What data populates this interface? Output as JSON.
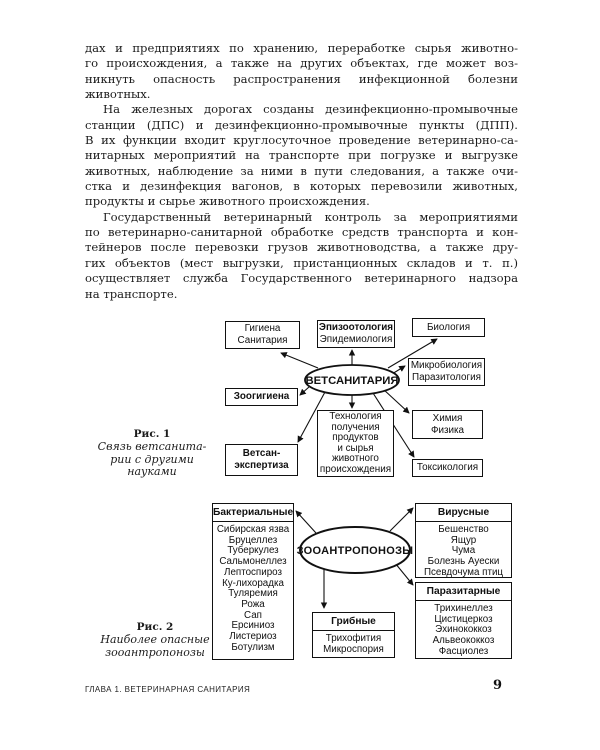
{
  "body": {
    "paragraphs": [
      {
        "indent": false,
        "lines": [
          "дах и предприятиях по хранению, переработке сырья животно-",
          "го происхождения, а также на других объектах, где может воз-",
          "никнуть опасность распространения инфекционной болезни",
          "животных."
        ]
      },
      {
        "indent": true,
        "lines": [
          "На железных дорогах созданы дезинфекционно-промывочные",
          "станции (ДПС) и дезинфекционно-промывочные пункты (ДПП).",
          "В их функции входит круглосуточное проведение ветеринарно-са-",
          "нитарных мероприятий на транспорте при погрузке и выгрузке",
          "животных, наблюдение за ними в пути следования, а также очи-",
          "стка и дезинфекция вагонов, в которых перевозили животных,",
          "продукты и сырье животного происхождения."
        ]
      },
      {
        "indent": true,
        "lines": [
          "Государственный ветеринарный контроль за мероприятиями",
          "по ветеринарно-санитарной обработке средств транспорта и кон-",
          "тейнеров после перевозки грузов животноводства, а также дру-",
          "гих объектов (мест выгрузки, пристанционных складов и т. п.)",
          "осуществляет служба Государственного ветеринарного надзора",
          "на транспорте."
        ]
      }
    ]
  },
  "figure1": {
    "ellipse": "ВЕТСАНИТАРИЯ",
    "boxes": {
      "hygiene": "Гигиена\nСанитария",
      "epizootology_bold": "Эпизоотология",
      "epidemiology": "Эпидемиология",
      "biology": "Биология",
      "microbiology": "Микробиология\nПаразитология",
      "zoohygiene": "Зоогигиена",
      "technology": "Технология\nполучения\nпродуктов\nи сырья\nживотного\nпроисхождения",
      "chemistry": "Химия\nФизика",
      "vetexpertise": "Ветсан-\nэкспертиза",
      "toxicology": "Токсикология"
    },
    "caption": {
      "label": "Рис. 1",
      "lines": [
        "Связь ветсанита-",
        "рии с другими",
        "науками"
      ]
    }
  },
  "figure2": {
    "ellipse": "ЗООАНТРОПОНОЗЫ",
    "groups": {
      "bacterial": {
        "title": "Бактериальные",
        "items": [
          "Сибирская язва",
          "Бруцеллез",
          "Туберкулез",
          "Сальмонеллез",
          "Лептоспироз",
          "Ку-лихорадка",
          "Туляремия",
          "Рожа",
          "Сап",
          "Ерсиниоз",
          "Листериоз",
          "Ботулизм"
        ]
      },
      "viral": {
        "title": "Вирусные",
        "items": [
          "Бешенство",
          "Ящур",
          "Чума",
          "Болезнь Ауески",
          "Псевдочума птиц"
        ]
      },
      "parasitic": {
        "title": "Паразитарные",
        "items": [
          "Трихинеллез",
          "Цистицеркоз",
          "Эхинококкоз",
          "Альвеококкоз",
          "Фасциолез"
        ]
      },
      "fungal": {
        "title": "Грибные",
        "items": [
          "Трихофития",
          "Микроспория"
        ]
      }
    },
    "caption": {
      "label": "Рис. 2",
      "lines": [
        "Наиболее опасные",
        "зооантропонозы"
      ]
    }
  },
  "footer": {
    "chapter": "ГЛАВА 1. ВЕТЕРИНАРНАЯ САНИТАРИЯ",
    "page_number": "9"
  }
}
